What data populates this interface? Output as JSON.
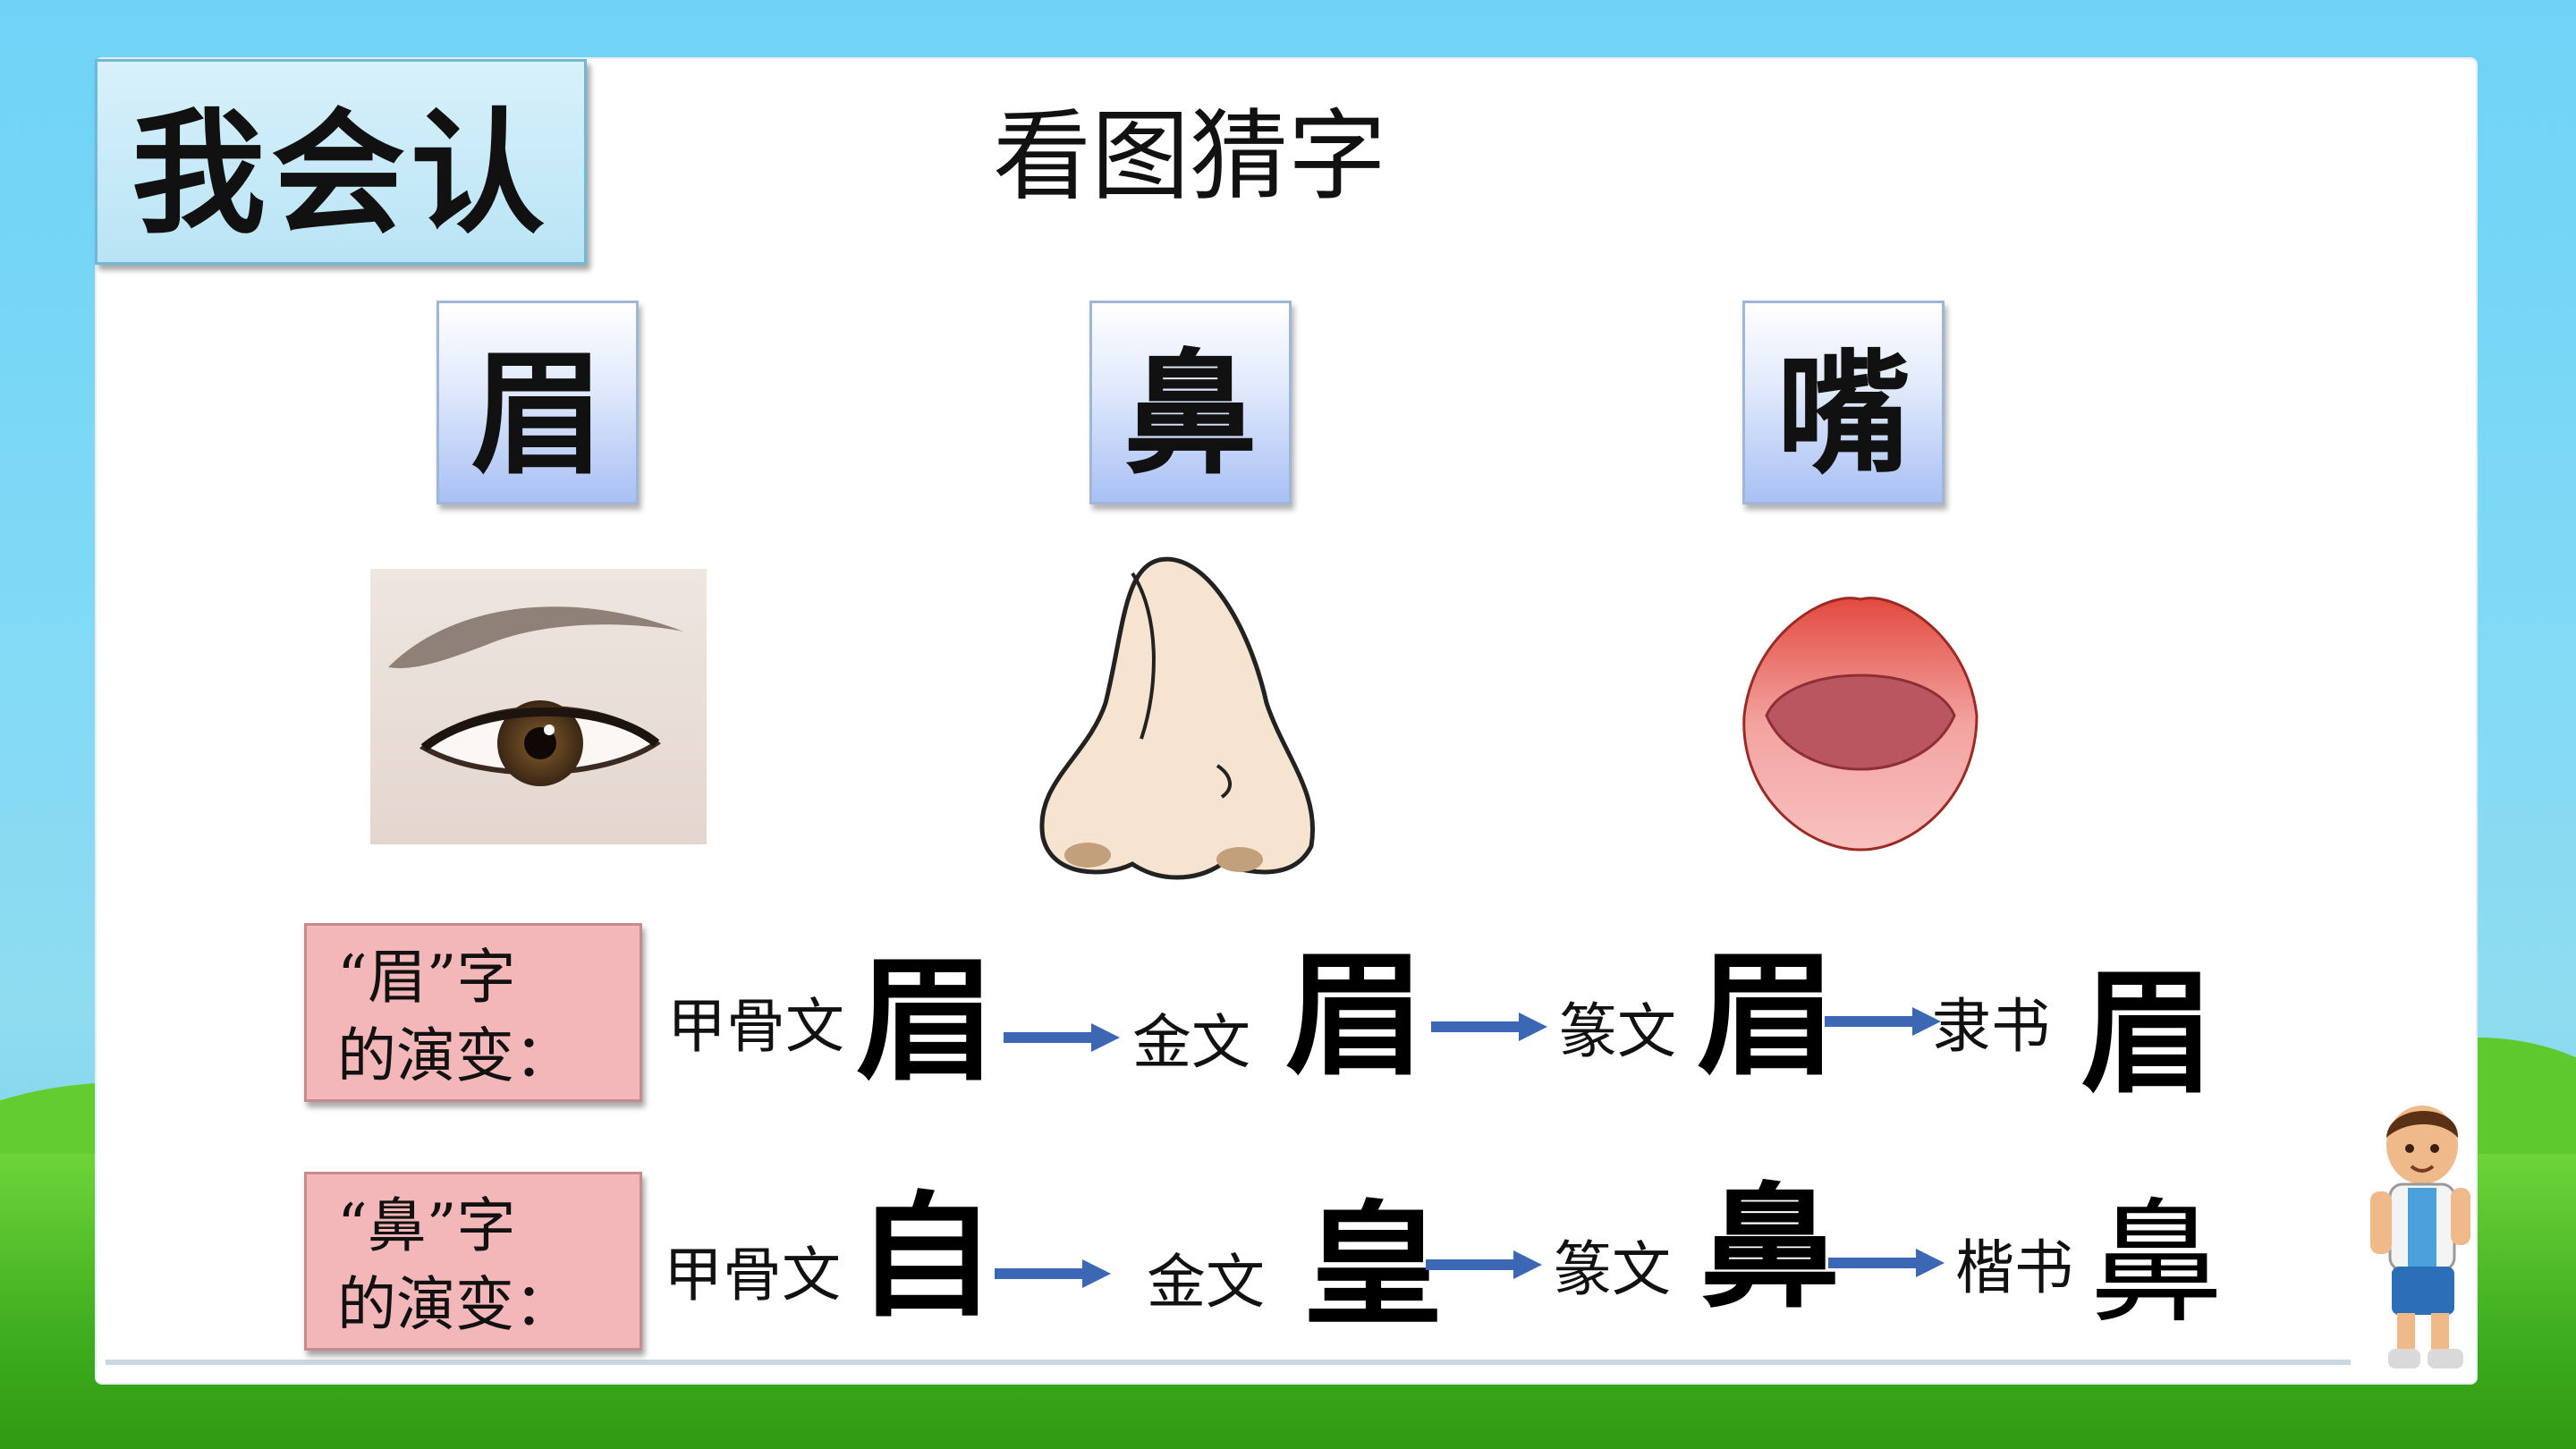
{
  "header": {
    "title": "我会认",
    "subtitle": "看图猜字"
  },
  "cards": [
    {
      "char": "眉",
      "image": "eyebrow-eye-photo"
    },
    {
      "char": "鼻",
      "image": "nose-illustration"
    },
    {
      "char": "嘴",
      "image": "mouth-illustration"
    }
  ],
  "evolution": [
    {
      "label_line1": "“眉”字",
      "label_line2": "的演变：",
      "stages": [
        {
          "name": "甲骨文",
          "glyph": "眉"
        },
        {
          "name": "金文",
          "glyph": "眉"
        },
        {
          "name": "篆文",
          "glyph": "眉"
        },
        {
          "name": "隶书",
          "glyph": "眉"
        }
      ]
    },
    {
      "label_line1": "“鼻”字",
      "label_line2": "的演变：",
      "stages": [
        {
          "name": "甲骨文",
          "glyph": "自"
        },
        {
          "name": "金文",
          "glyph": "皇"
        },
        {
          "name": "篆文",
          "glyph": "鼻"
        },
        {
          "name": "楷书",
          "glyph": "鼻"
        }
      ]
    }
  ],
  "colors": {
    "arrow": "#3b67b4",
    "label_bg": "#f3b7b9",
    "card_gradient_bottom": "#a8c0f4"
  }
}
